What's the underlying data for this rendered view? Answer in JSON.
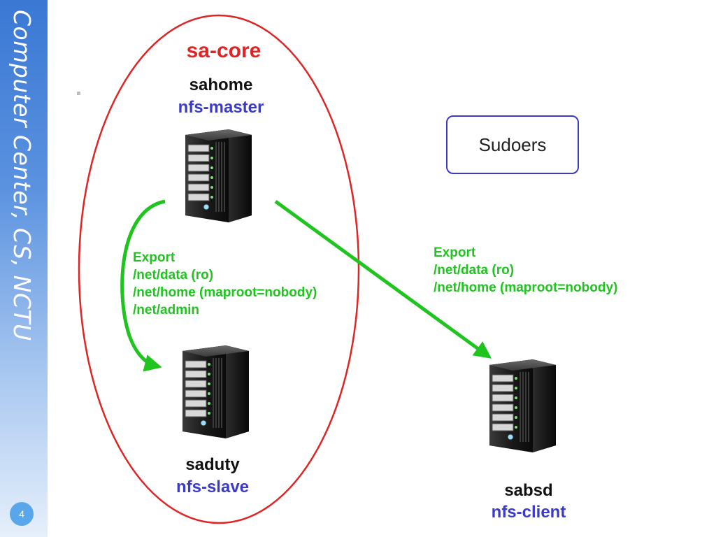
{
  "sidebar": {
    "title": "Computer Center, CS, NCTU",
    "page_number": "4"
  },
  "diagram": {
    "group_title": "sa-core",
    "nodes": {
      "master": {
        "host": "sahome",
        "role": "nfs-master"
      },
      "slave": {
        "host": "saduty",
        "role": "nfs-slave"
      },
      "client": {
        "host": "sabsd",
        "role": "nfs-client"
      }
    },
    "export_to_slave": {
      "heading": "Export",
      "lines": [
        "/net/data (ro)",
        "/net/home (maproot=nobody)",
        "/net/admin"
      ]
    },
    "export_to_client": {
      "heading": "Export",
      "lines": [
        "/net/data (ro)",
        "/net/home (maproot=nobody)"
      ]
    },
    "sudoers_label": "Sudoers",
    "colors": {
      "group_outline": "#e02424",
      "arrow": "#1fc41f",
      "role_text": "#3b3bc8",
      "sudoers_border": "#3b3bc8"
    }
  }
}
